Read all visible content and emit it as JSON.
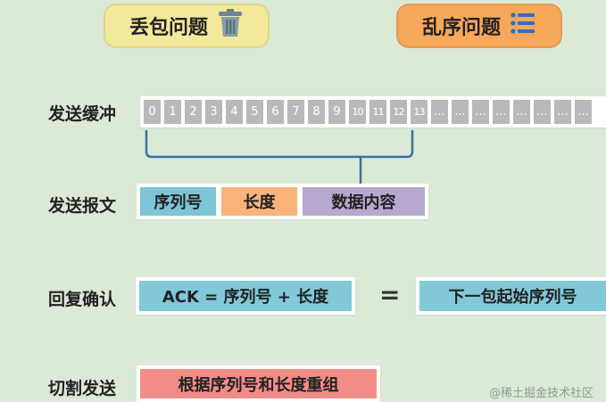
{
  "top": {
    "left_title": "丢包问题",
    "left_icon": "trash-can-icon",
    "right_title": "乱序问题",
    "right_icon": "list-icon",
    "left_color": "#f4e89a",
    "right_color": "#f8a85b"
  },
  "rows": {
    "buffer_label": "发送缓冲",
    "message_label": "发送报文",
    "ack_label": "回复确认",
    "split_label": "切割发送"
  },
  "buffer": {
    "cells": [
      "0",
      "1",
      "2",
      "3",
      "4",
      "5",
      "6",
      "7",
      "8",
      "9",
      "10",
      "11",
      "12",
      "13",
      "...",
      "...",
      "...",
      "...",
      "...",
      "...",
      "...",
      "..."
    ]
  },
  "message": {
    "sequence": "序列号",
    "length": "长度",
    "data": "数据内容"
  },
  "ack": {
    "formula": "ACK = 序列号 + 长度",
    "equals": "=",
    "result": "下一包起始序列号"
  },
  "split": {
    "text": "根据序列号和长度重组"
  },
  "watermark": "@稀土掘金技术社区"
}
